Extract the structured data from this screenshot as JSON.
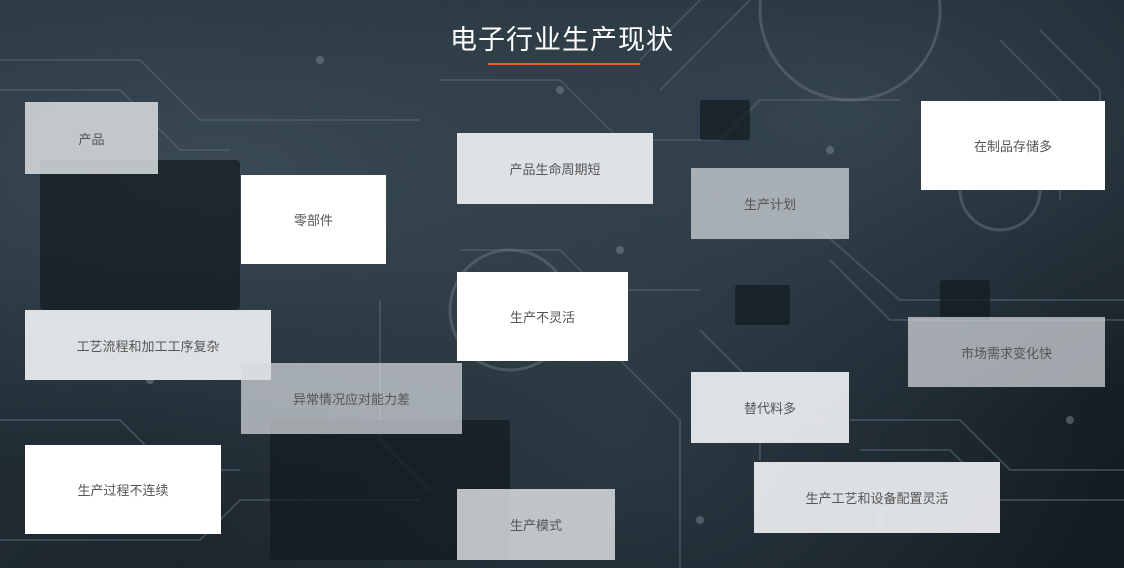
{
  "title": "电子行业生产现状",
  "colors": {
    "accent": "#e0622a",
    "text": "#555555"
  },
  "cards": [
    {
      "id": "product",
      "label": "产品"
    },
    {
      "id": "components",
      "label": "零部件"
    },
    {
      "id": "short-lifecycle",
      "label": "产品生命周期短"
    },
    {
      "id": "production-plan",
      "label": "生产计划"
    },
    {
      "id": "wip-inventory",
      "label": "在制品存储多"
    },
    {
      "id": "complex-process",
      "label": "工艺流程和加工工序复杂"
    },
    {
      "id": "inflexible-production",
      "label": "生产不灵活"
    },
    {
      "id": "market-demand",
      "label": "市场需求变化快"
    },
    {
      "id": "exception-handling",
      "label": "异常情况应对能力差"
    },
    {
      "id": "substitute-materials",
      "label": "替代料多"
    },
    {
      "id": "discontinuous-process",
      "label": "生产过程不连续"
    },
    {
      "id": "flexible-equipment",
      "label": "生产工艺和设备配置灵活"
    },
    {
      "id": "production-mode",
      "label": "生产模式"
    }
  ]
}
